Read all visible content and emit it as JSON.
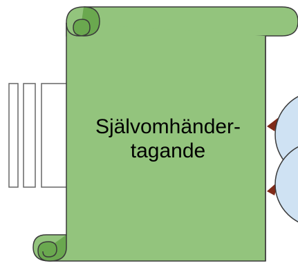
{
  "scroll": {
    "label_line1": "Självomhänder-",
    "label_line2": "tagande"
  },
  "colors": {
    "scroll_fill": "#93c47d",
    "scroll_curl": "#6aa84f",
    "outline": "#3a3a3a",
    "bubble_fill": "#cfe2f3",
    "arrow_fill": "#7f2a18",
    "page_fill": "#ffffff",
    "page_stroke": "#666666"
  },
  "icons": {
    "scroll": "paper-scroll-shape",
    "bubbles": "cloud-bubble-shape",
    "stack": "stacked-pages-shape"
  }
}
